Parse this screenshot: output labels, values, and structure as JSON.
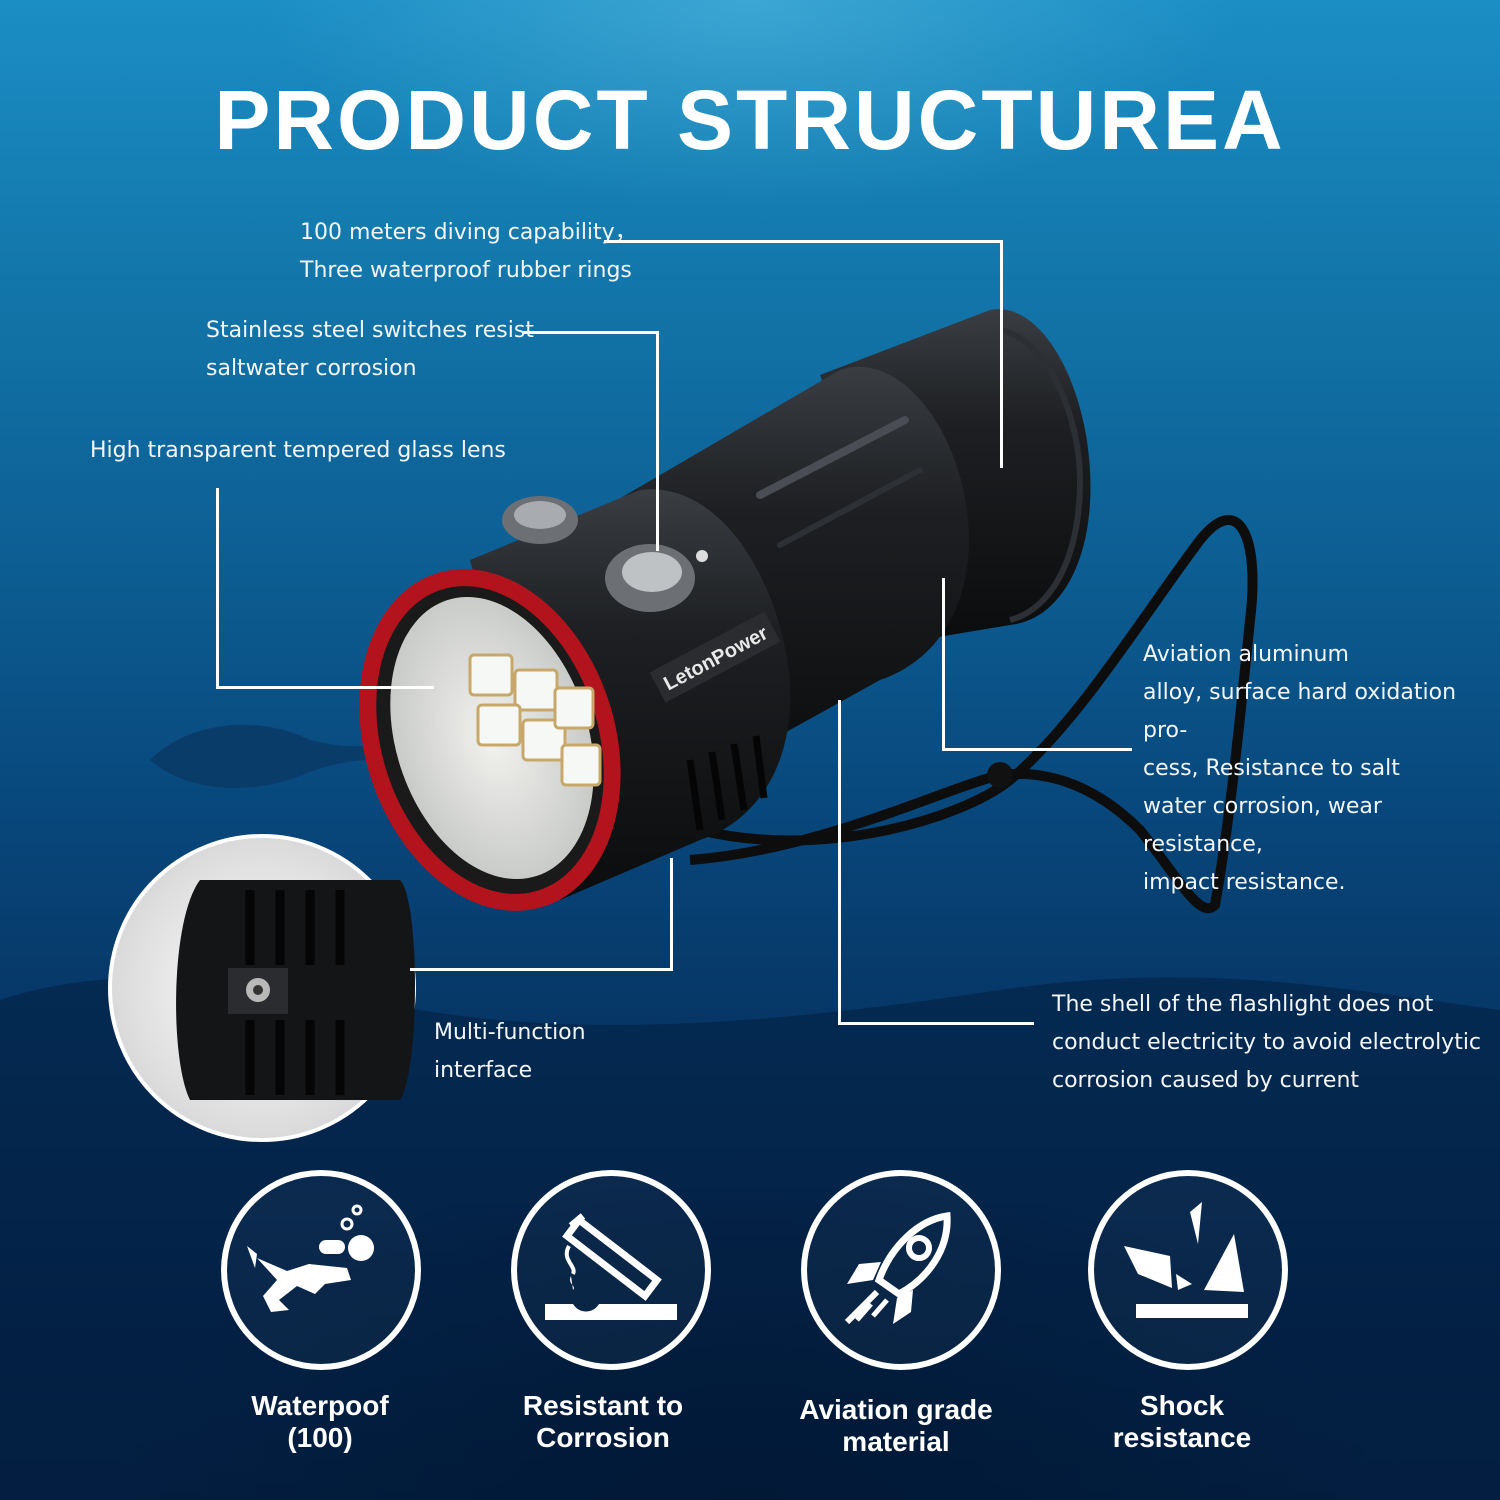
{
  "title": "PRODUCT STRUCTUREA",
  "brand": "LetonPower",
  "callouts": {
    "diving": "100 meters diving capability，\nThree waterproof rubber rings",
    "switch": "Stainless steel switches resist\nsaltwater corrosion",
    "lens": "High transparent tempered glass lens",
    "aluminum": "Aviation aluminum\nalloy, surface hard oxidation pro-\ncess, Resistance to salt\nwater corrosion, wear resistance,\nimpact resistance.",
    "interface": "Multi-function\ninterface",
    "shell": "The shell of the flashlight does not\nconduct electricity  to avoid electrolytic\ncorrosion caused by current"
  },
  "features": [
    {
      "label": "Waterpoof\n(100)",
      "icon": "diver-icon"
    },
    {
      "label": "Resistant to\nCorrosion",
      "icon": "corrosion-icon"
    },
    {
      "label": "Aviation grade\nmaterial",
      "icon": "rocket-icon"
    },
    {
      "label": "Shock\nresistance",
      "icon": "shock-icon"
    }
  ],
  "colors": {
    "water_top": "#1b8ec4",
    "water_bottom": "#031d40",
    "bezel": "#c0141e",
    "body": "#16181b"
  }
}
